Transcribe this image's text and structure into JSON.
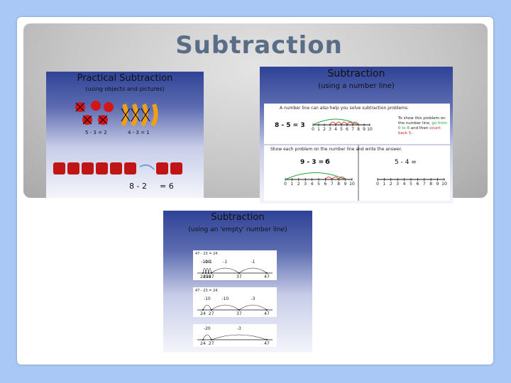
{
  "slide": {
    "title": "Subtraction"
  },
  "panel1": {
    "title": "Practical Subtraction",
    "subtitle": "(using objects and pictures)",
    "eq1": "5 - 3 = 2",
    "eq2": "4 - 3 = 1",
    "eq3": "8 - 2",
    "eq4": "= 6"
  },
  "panel2": {
    "title": "Subtraction",
    "subtitle": "(using a number line)",
    "intro": "A number line can also help you solve subtraction problems.",
    "example": "8 - 5 = 3",
    "explain_1": "To show this problem on the",
    "explain_2": "number line,",
    "explain_green": "go from 0 to 8",
    "explain_3": "and then",
    "explain_red": "count back 5",
    "instruction": "Show each problem on the number line and write the answer.",
    "problem_a": "9 - 3 =",
    "answer_a": "6",
    "problem_b": "5 - 4 =",
    "ticks": [
      "0",
      "1",
      "2",
      "3",
      "4",
      "5",
      "6",
      "7",
      "8",
      "9",
      "10"
    ]
  },
  "panel3": {
    "title": "Subtraction",
    "subtitle": "(using an 'empty' number line)",
    "box1": {
      "equation": "47 - 23 = 24",
      "jumps": [
        "-1",
        "-1",
        "-1",
        "-10",
        "-10"
      ],
      "marks": [
        "24",
        "25",
        "26",
        "27",
        "37",
        "47"
      ]
    },
    "box2": {
      "equation": "47 - 23 = 24",
      "jumps": [
        "-3",
        "-10",
        "-10"
      ],
      "marks": [
        "24",
        "27",
        "37",
        "47"
      ]
    },
    "box3": {
      "jumps": [
        "-3",
        "-20"
      ],
      "marks": [
        "24",
        "27",
        "47"
      ]
    }
  },
  "colors": {
    "background": "#a9c8f5",
    "title": "#5a6d86",
    "panel_top": "#2f4397",
    "apple": "#d41515",
    "banana": "#f2a012",
    "green_text": "#1fa53a",
    "red_text": "#d42121"
  }
}
